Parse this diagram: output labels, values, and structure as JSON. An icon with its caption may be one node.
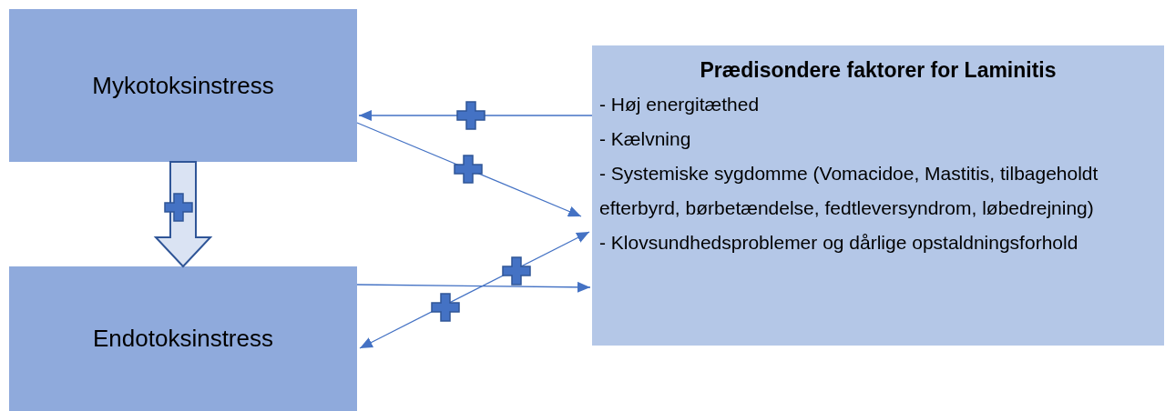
{
  "diagram": {
    "nodes": [
      {
        "text": [
          "Mykotoksinstress"
        ]
      },
      {
        "text": [
          "Endotoksinstress"
        ]
      },
      {
        "text": [
          "Prædisondere faktorer for Laminitis",
          "- Høj energitæthed",
          "- Kælvning",
          "- Systemiske sygdomme (Vomacidoe, Mastitis, tilbageholdt efterbyrd, børbetændelse, fedtleversyndrom, løbedrejning)",
          "- Klovsundhedsproblemer og dårlige opstaldningsforhold"
        ]
      }
    ],
    "edges": [
      {
        "from": 2,
        "to": 0,
        "arrow": "to"
      },
      {
        "from": 0,
        "to": 2,
        "arrow": "to"
      },
      {
        "from": 0,
        "to": 1,
        "arrow": "to",
        "style": "thick"
      },
      {
        "from": 1,
        "to": 2,
        "arrow": "to"
      },
      {
        "from": 1,
        "to": 2,
        "arrow": "both"
      }
    ]
  }
}
